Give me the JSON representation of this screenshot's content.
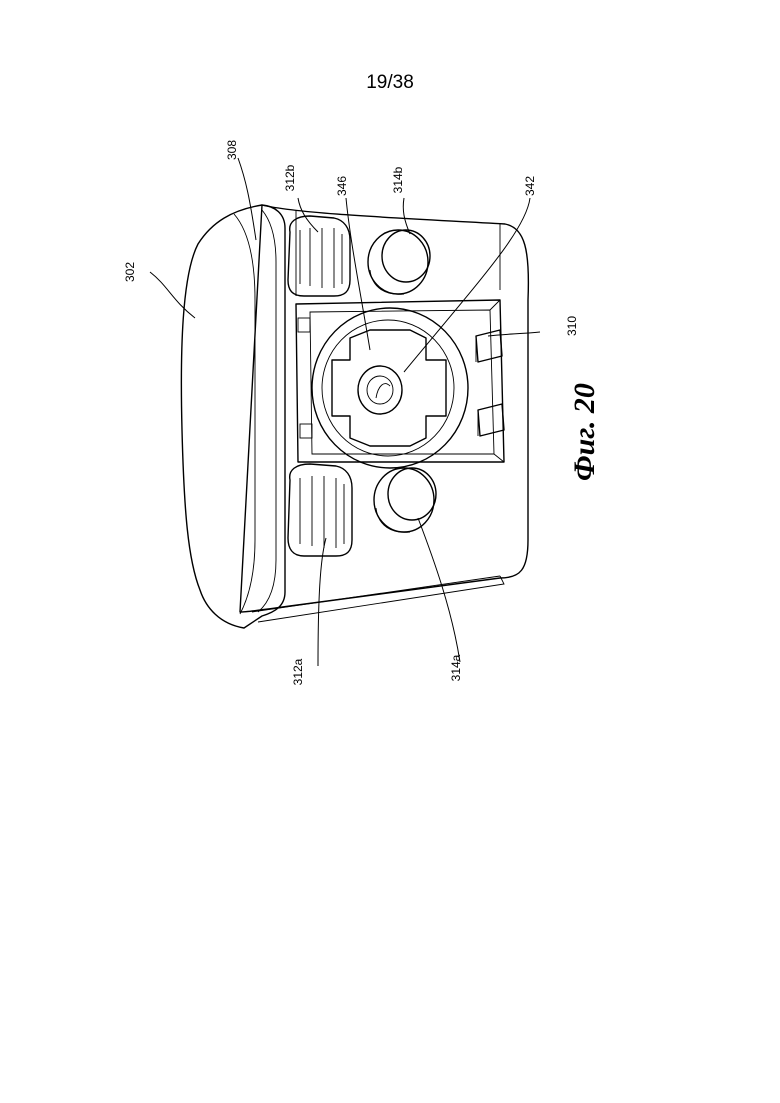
{
  "page": {
    "number": "19/38"
  },
  "figure": {
    "caption": "Фиг. 20",
    "reference_labels": {
      "r302": "302",
      "r308": "308",
      "r312b": "312b",
      "r346": "346",
      "r314b": "314b",
      "r342": "342",
      "r310": "310",
      "r312a": "312a",
      "r314a": "314a"
    }
  }
}
